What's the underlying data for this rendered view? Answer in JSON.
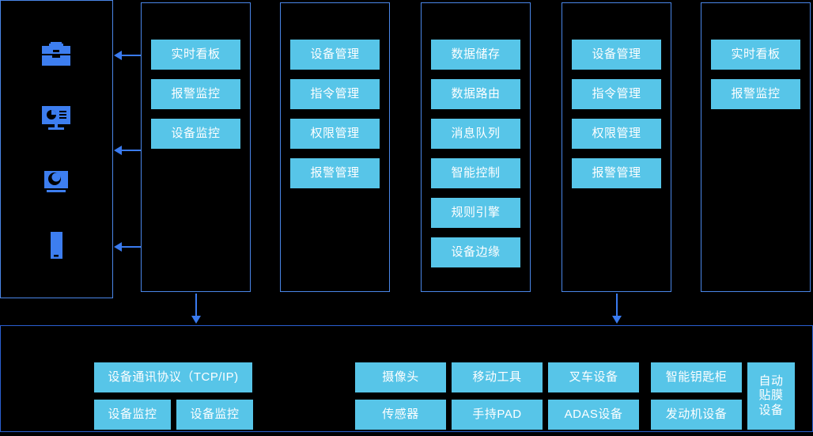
{
  "colors": {
    "background": "#000000",
    "frame_border": "#4a86e8",
    "band_border": "#2a5fd0",
    "chip_fill": "#57c5e8",
    "chip_text": "#ffffff",
    "arrow": "#3a7bf0",
    "icon": "#3d7ef0"
  },
  "icon_column": {
    "name": "client-terminals-column",
    "icons": [
      {
        "name": "toolbox-icon",
        "label": "toolbox"
      },
      {
        "name": "desktop-monitor-icon",
        "label": "desktop-monitor"
      },
      {
        "name": "camera-icon",
        "label": "camera"
      },
      {
        "name": "mobile-phone-icon",
        "label": "mobile-phone"
      }
    ]
  },
  "arrows": {
    "left_arrows": [
      {
        "name": "arrow-left-to-toolbox"
      },
      {
        "name": "arrow-left-to-monitor"
      },
      {
        "name": "arrow-left-to-phone"
      }
    ],
    "down_arrows": [
      {
        "name": "arrow-down-from-application-layer"
      },
      {
        "name": "arrow-down-from-device-management-layer"
      }
    ]
  },
  "columns": [
    {
      "name": "column-application-display",
      "items": [
        {
          "label": "实时看板"
        },
        {
          "label": "报警监控"
        },
        {
          "label": "设备监控"
        }
      ]
    },
    {
      "name": "column-device-service",
      "items": [
        {
          "label": "设备管理"
        },
        {
          "label": "指令管理"
        },
        {
          "label": "权限管理"
        },
        {
          "label": "报警管理"
        }
      ]
    },
    {
      "name": "column-data-platform",
      "items": [
        {
          "label": "数据储存"
        },
        {
          "label": "数据路由"
        },
        {
          "label": "消息队列"
        },
        {
          "label": "智能控制"
        },
        {
          "label": "规则引擎"
        },
        {
          "label": "设备边缘"
        }
      ]
    },
    {
      "name": "column-device-management",
      "items": [
        {
          "label": "设备管理"
        },
        {
          "label": "指令管理"
        },
        {
          "label": "权限管理"
        },
        {
          "label": "报警管理"
        }
      ]
    },
    {
      "name": "column-monitoring",
      "items": [
        {
          "label": "实时看板"
        },
        {
          "label": "报警监控"
        }
      ]
    }
  ],
  "bottom_band": {
    "name": "device-layer-band",
    "left_group": {
      "protocol": {
        "label": "设备通讯协议（TCP/IP)"
      },
      "row2": [
        {
          "label": "设备监控"
        },
        {
          "label": "设备监控"
        }
      ]
    },
    "right_group": {
      "row1": [
        {
          "label": "摄像头"
        },
        {
          "label": "移动工具"
        },
        {
          "label": "叉车设备"
        },
        {
          "label": "智能钥匙柜"
        }
      ],
      "row2": [
        {
          "label": "传感器"
        },
        {
          "label": "手持PAD"
        },
        {
          "label": "ADAS设备"
        },
        {
          "label": "发动机设备"
        }
      ],
      "tall": {
        "label": "自动\n贴膜\n设备"
      }
    }
  }
}
